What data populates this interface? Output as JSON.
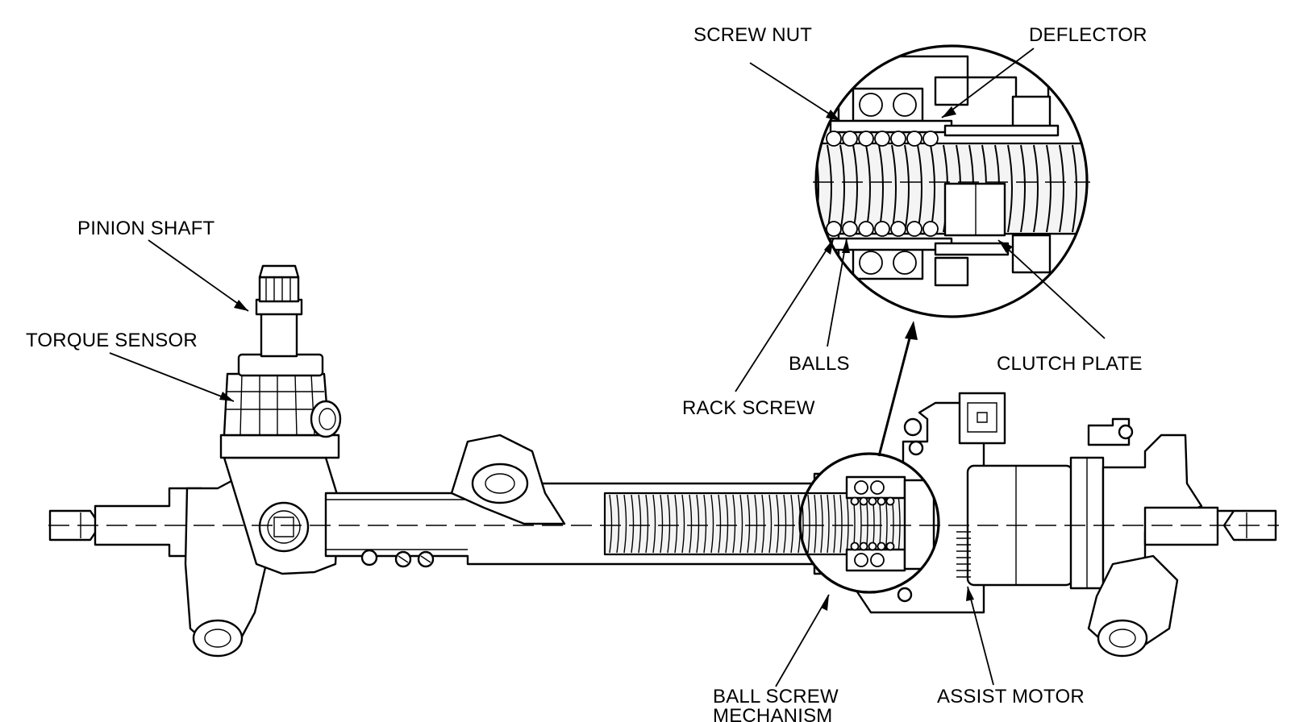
{
  "labels": {
    "screw_nut": "SCREW NUT",
    "deflector": "DEFLECTOR",
    "pinion_shaft": "PINION SHAFT",
    "torque_sensor": "TORQUE SENSOR",
    "balls": "BALLS",
    "clutch_plate": "CLUTCH PLATE",
    "rack_screw": "RACK SCREW",
    "ball_screw_mechanism_line1": "BALL SCREW",
    "ball_screw_mechanism_line2": "MECHANISM",
    "assist_motor": "ASSIST MOTOR"
  }
}
